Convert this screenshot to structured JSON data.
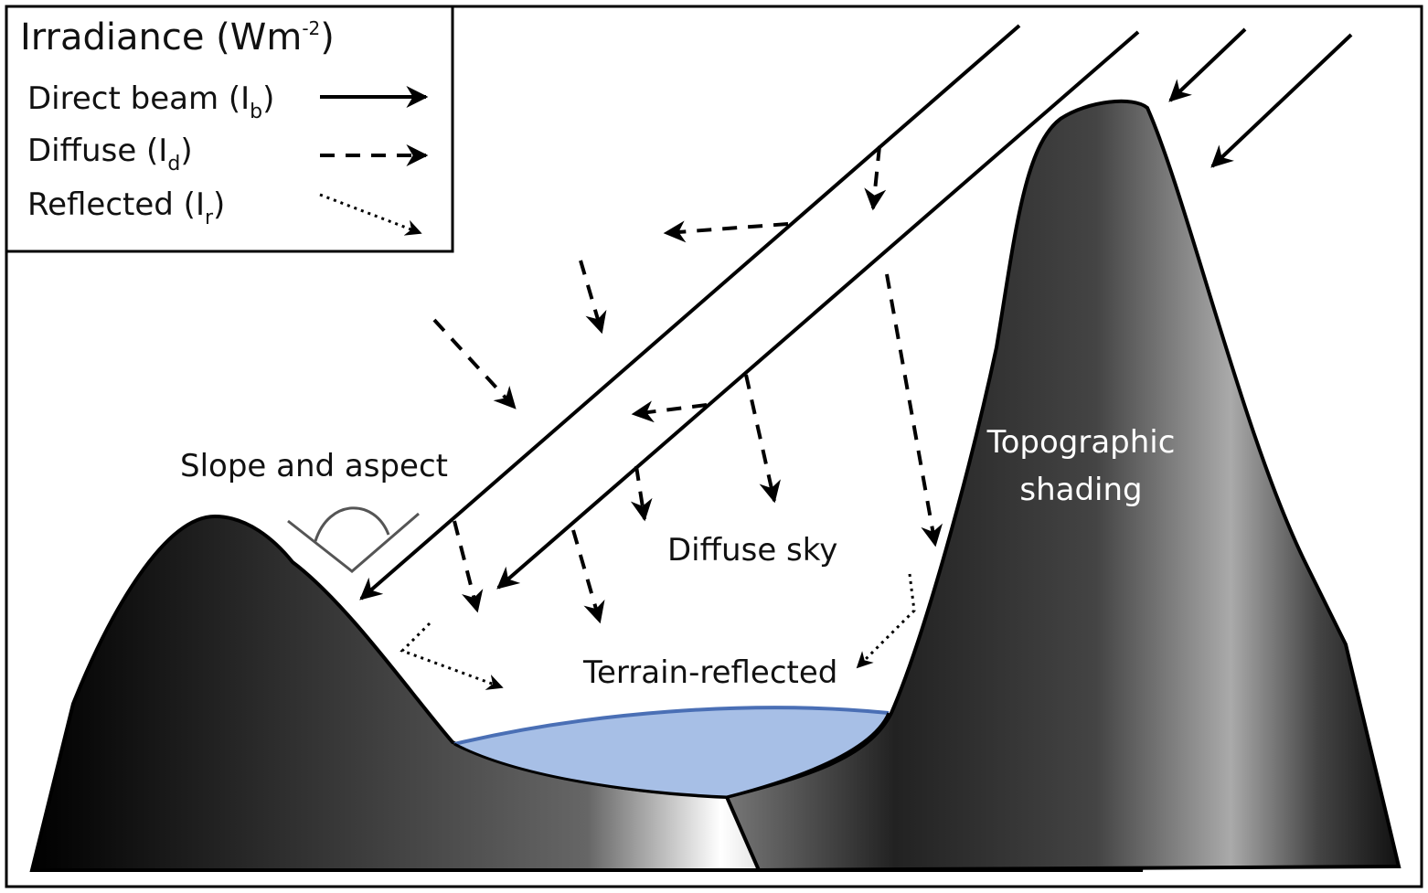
{
  "legend": {
    "title_main": "Irradiance (Wm",
    "title_sup": "-2",
    "title_end": ")",
    "items": [
      {
        "label": "Direct beam (I",
        "sub": "b",
        "end": ")",
        "style": "solid"
      },
      {
        "label": "Diffuse (I",
        "sub": "d",
        "end": ")",
        "style": "dashed"
      },
      {
        "label": "Reflected (I",
        "sub": "r",
        "end": ")",
        "style": "dotted"
      }
    ]
  },
  "labels": {
    "slope": "Slope and aspect",
    "topo_line1": "Topographic",
    "topo_line2": "shading",
    "diffuse_sky": "Diffuse sky",
    "terrain": "Terrain-reflected"
  },
  "colors": {
    "mountain_dark": "#000000",
    "mountain_light": "#ffffff",
    "water": "#a7bfe6",
    "water_edge": "#4a6fb5",
    "line": "#000000"
  }
}
